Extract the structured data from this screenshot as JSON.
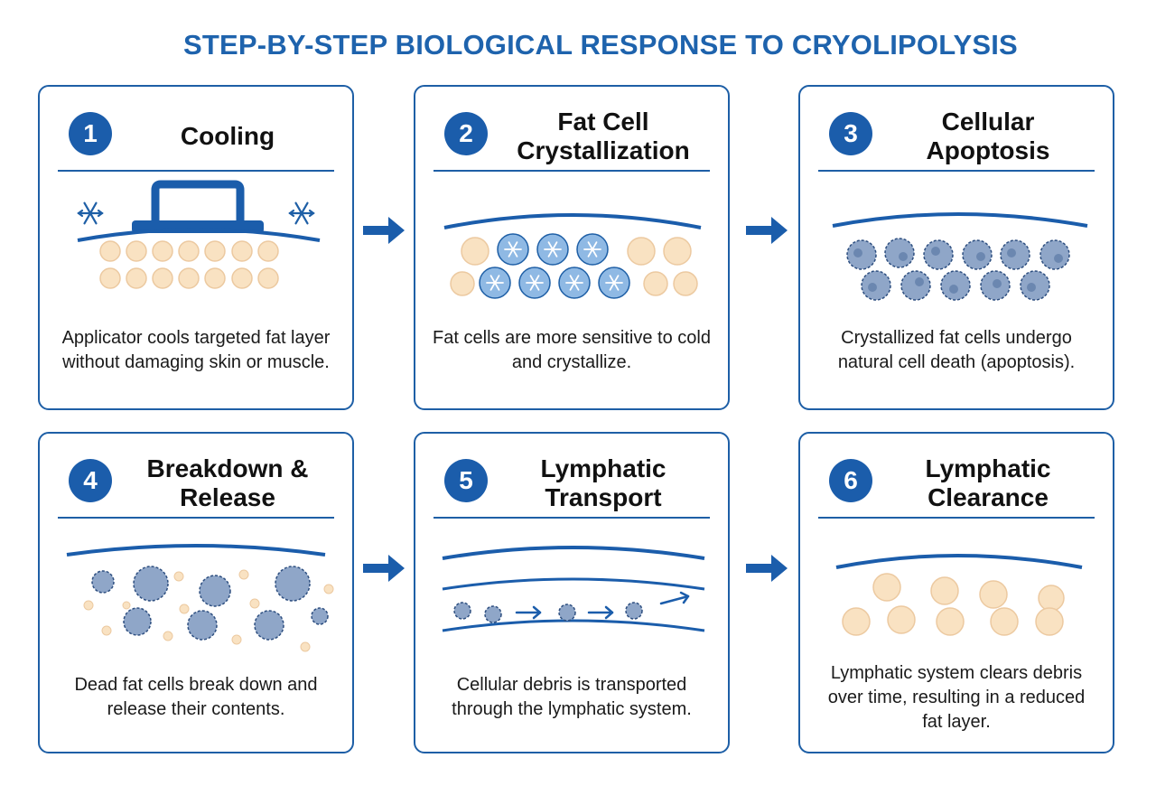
{
  "title": "STEP-BY-STEP BIOLOGICAL RESPONSE TO CRYOLIPOLYSIS",
  "colors": {
    "primary": "#1e5fa6",
    "fat_cell": "#f9e2c2",
    "frozen_cell": "#8fb9e4",
    "dead_cell": "#8aa2c4"
  },
  "steps": [
    {
      "number": "1",
      "title": "Cooling",
      "description": "Applicator cools targeted fat layer without damaging skin or muscle.",
      "icon": "applicator-cooling-illustration"
    },
    {
      "number": "2",
      "title": "Fat Cell Crystallization",
      "description": "Fat cells are more sensitive to cold and crystallize.",
      "icon": "crystallized-fat-cells-illustration"
    },
    {
      "number": "3",
      "title": "Cellular Apoptosis",
      "description": "Crystallized fat cells undergo natural cell death (apoptosis).",
      "icon": "apoptotic-cells-illustration"
    },
    {
      "number": "4",
      "title": "Breakdown & Release",
      "description": "Dead fat cells break down and release their contents.",
      "icon": "breakdown-release-illustration"
    },
    {
      "number": "5",
      "title": "Lymphatic Transport",
      "description": "Cellular debris is transported through the lymphatic system.",
      "icon": "lymphatic-vessel-illustration"
    },
    {
      "number": "6",
      "title": "Lymphatic Clearance",
      "description": "Lymphatic system clears debris over time, resulting in a reduced fat layer.",
      "icon": "reduced-fat-layer-illustration"
    }
  ]
}
